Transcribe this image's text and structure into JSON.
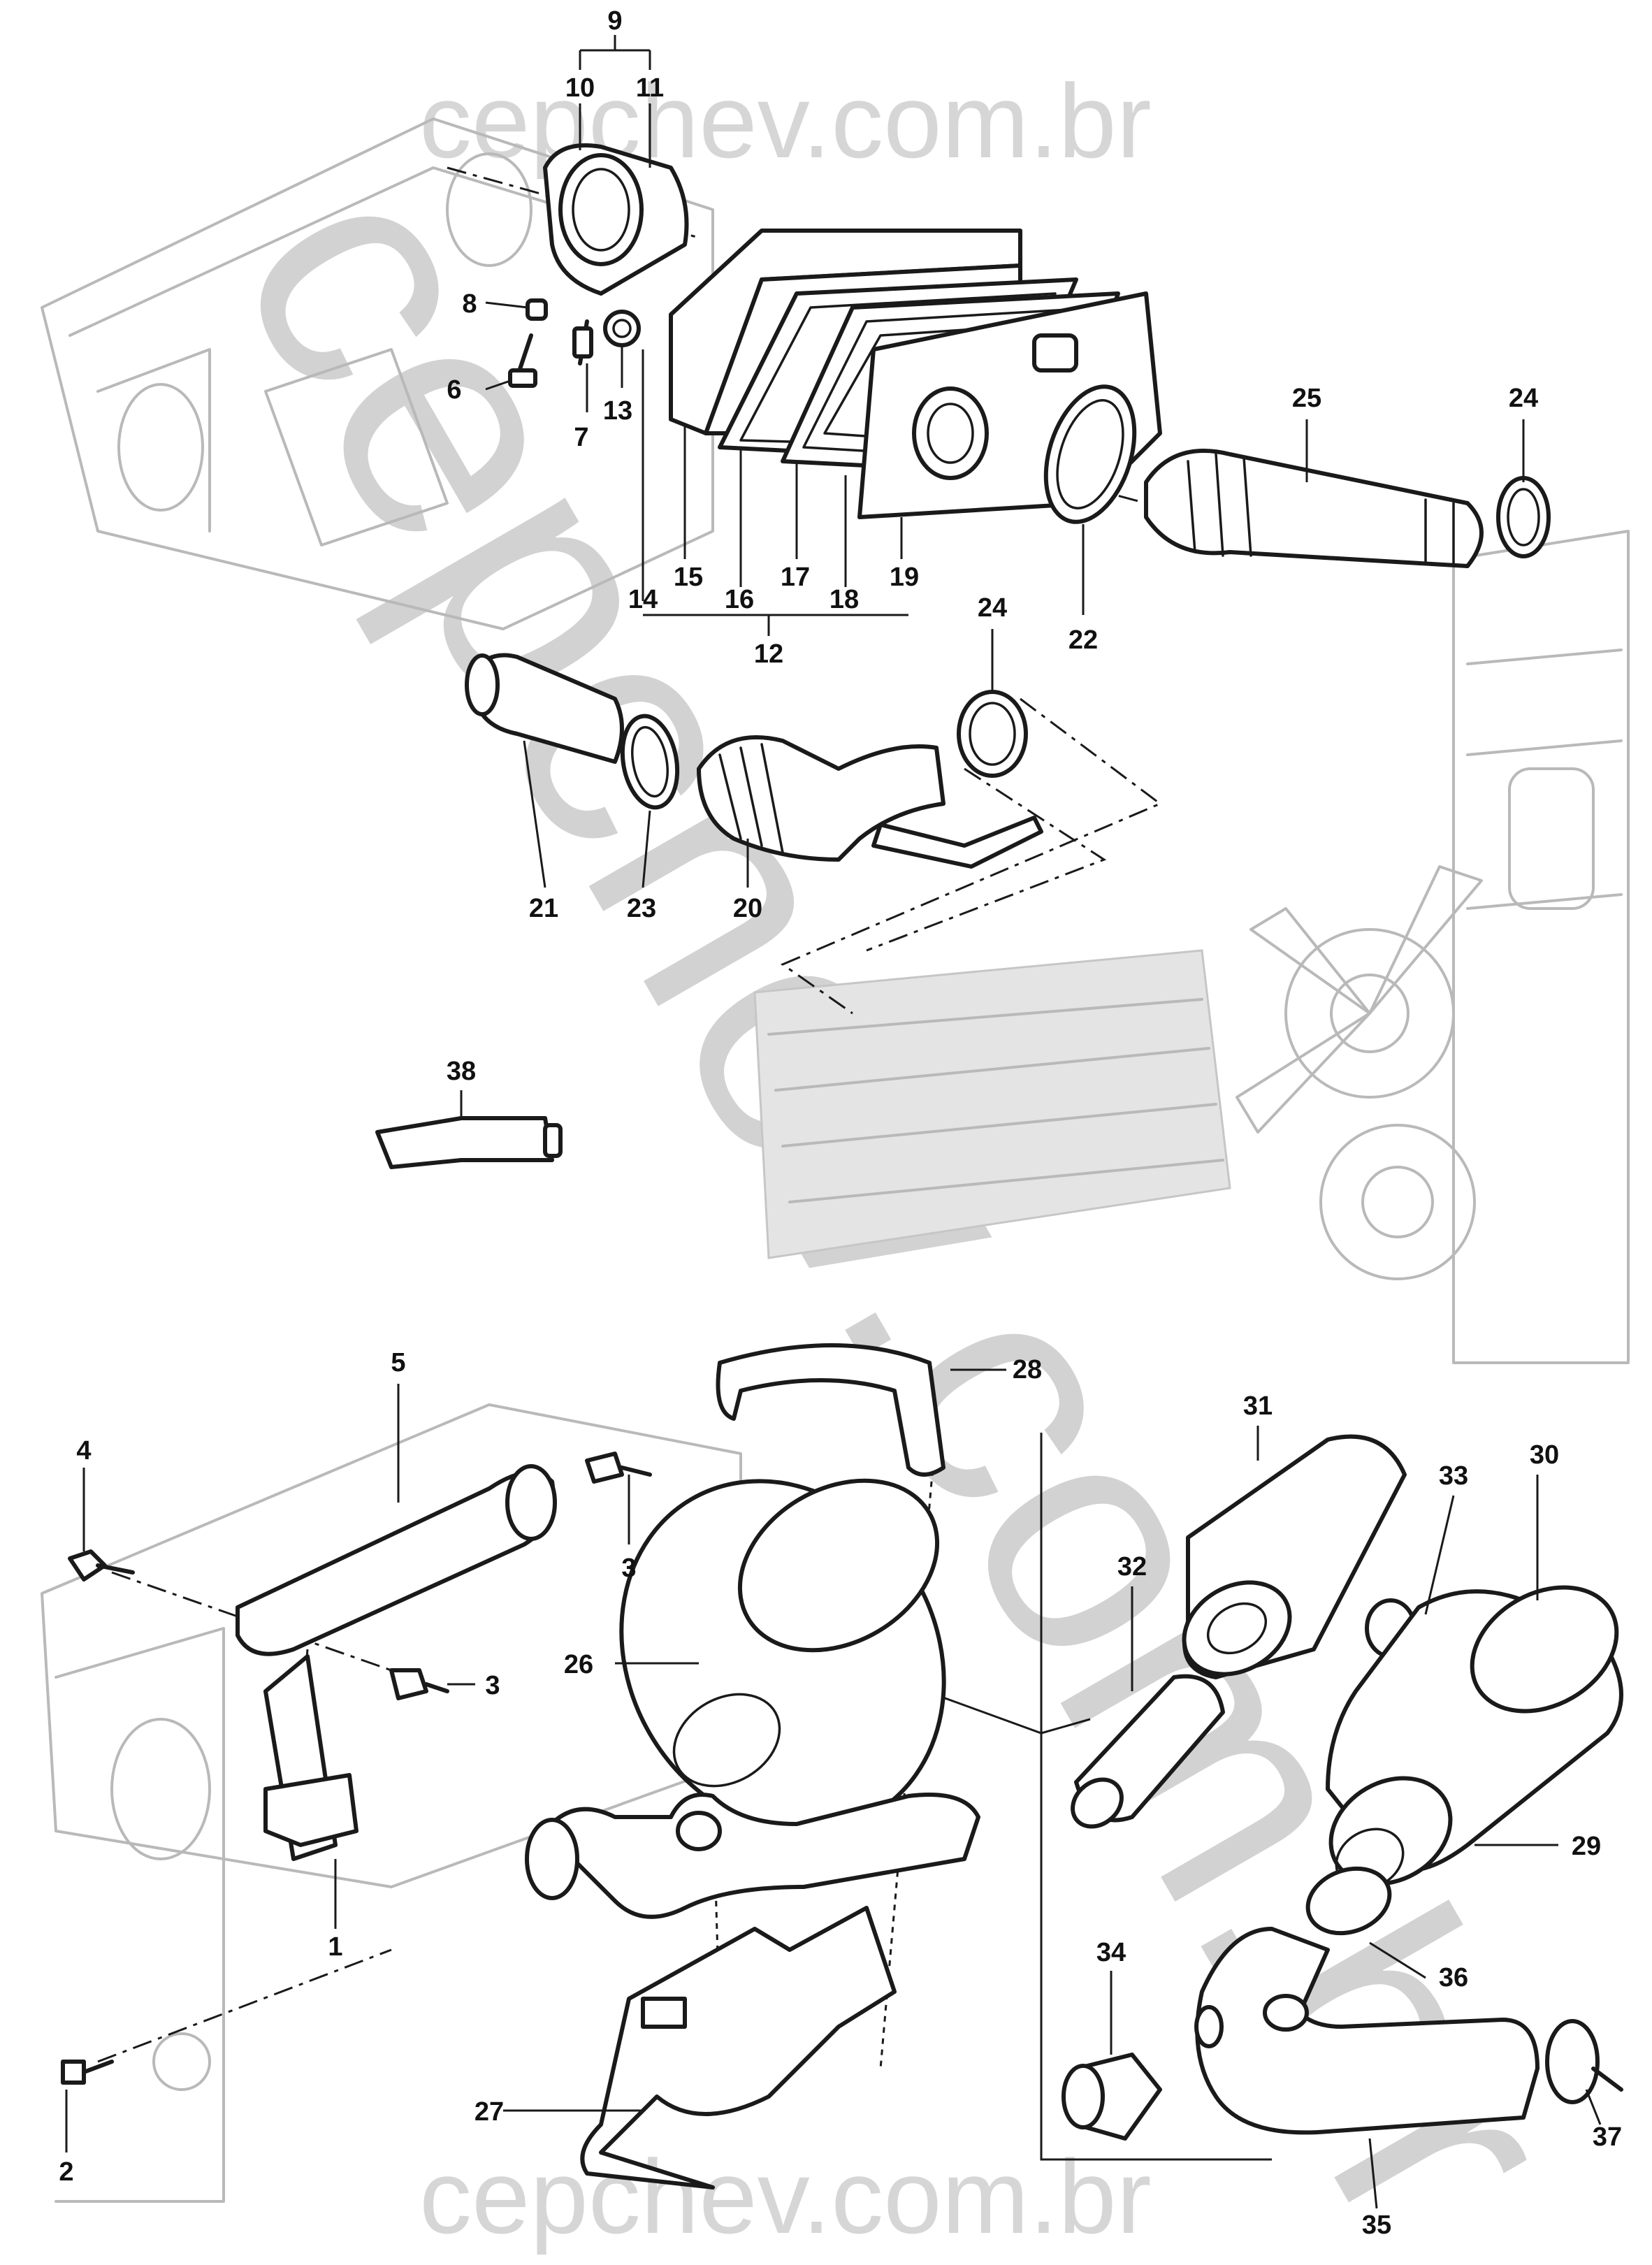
{
  "watermark": {
    "top": "cepchev.com.br",
    "bottom": "cepchev.com.br",
    "diagonal": "cepchev.com.br"
  },
  "callouts": [
    {
      "id": "9",
      "text": "9"
    },
    {
      "id": "10",
      "text": "10"
    },
    {
      "id": "11",
      "text": "11"
    },
    {
      "id": "8",
      "text": "8"
    },
    {
      "id": "6",
      "text": "6"
    },
    {
      "id": "7",
      "text": "7"
    },
    {
      "id": "13",
      "text": "13"
    },
    {
      "id": "14",
      "text": "14"
    },
    {
      "id": "15",
      "text": "15"
    },
    {
      "id": "16",
      "text": "16"
    },
    {
      "id": "17",
      "text": "17"
    },
    {
      "id": "18",
      "text": "18"
    },
    {
      "id": "19",
      "text": "19"
    },
    {
      "id": "12",
      "text": "12"
    },
    {
      "id": "22",
      "text": "22"
    },
    {
      "id": "25",
      "text": "25"
    },
    {
      "id": "24a",
      "text": "24"
    },
    {
      "id": "24b",
      "text": "24"
    },
    {
      "id": "21",
      "text": "21"
    },
    {
      "id": "23",
      "text": "23"
    },
    {
      "id": "20",
      "text": "20"
    },
    {
      "id": "38",
      "text": "38"
    },
    {
      "id": "5",
      "text": "5"
    },
    {
      "id": "4",
      "text": "4"
    },
    {
      "id": "3a",
      "text": "3"
    },
    {
      "id": "3b",
      "text": "3"
    },
    {
      "id": "1",
      "text": "1"
    },
    {
      "id": "2",
      "text": "2"
    },
    {
      "id": "26",
      "text": "26"
    },
    {
      "id": "27",
      "text": "27"
    },
    {
      "id": "28",
      "text": "28"
    },
    {
      "id": "31",
      "text": "31"
    },
    {
      "id": "32",
      "text": "32"
    },
    {
      "id": "33",
      "text": "33"
    },
    {
      "id": "30",
      "text": "30"
    },
    {
      "id": "29",
      "text": "29"
    },
    {
      "id": "36",
      "text": "36"
    },
    {
      "id": "34",
      "text": "34"
    },
    {
      "id": "37",
      "text": "37"
    },
    {
      "id": "35",
      "text": "35"
    }
  ]
}
